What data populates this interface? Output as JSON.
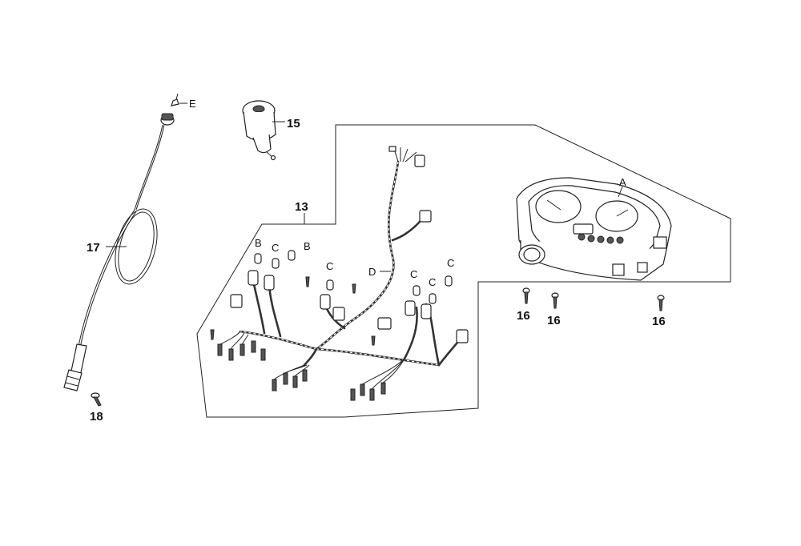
{
  "callouts": {
    "c13": "13",
    "c15": "15",
    "c16a": "16",
    "c16b": "16",
    "c16c": "16",
    "c17": "17",
    "c18": "18"
  },
  "letters": {
    "A": "A",
    "B1": "B",
    "B2": "B",
    "C1": "C",
    "C2": "C",
    "C3": "C",
    "C4": "C",
    "C5": "C",
    "D": "D",
    "E": "E"
  }
}
